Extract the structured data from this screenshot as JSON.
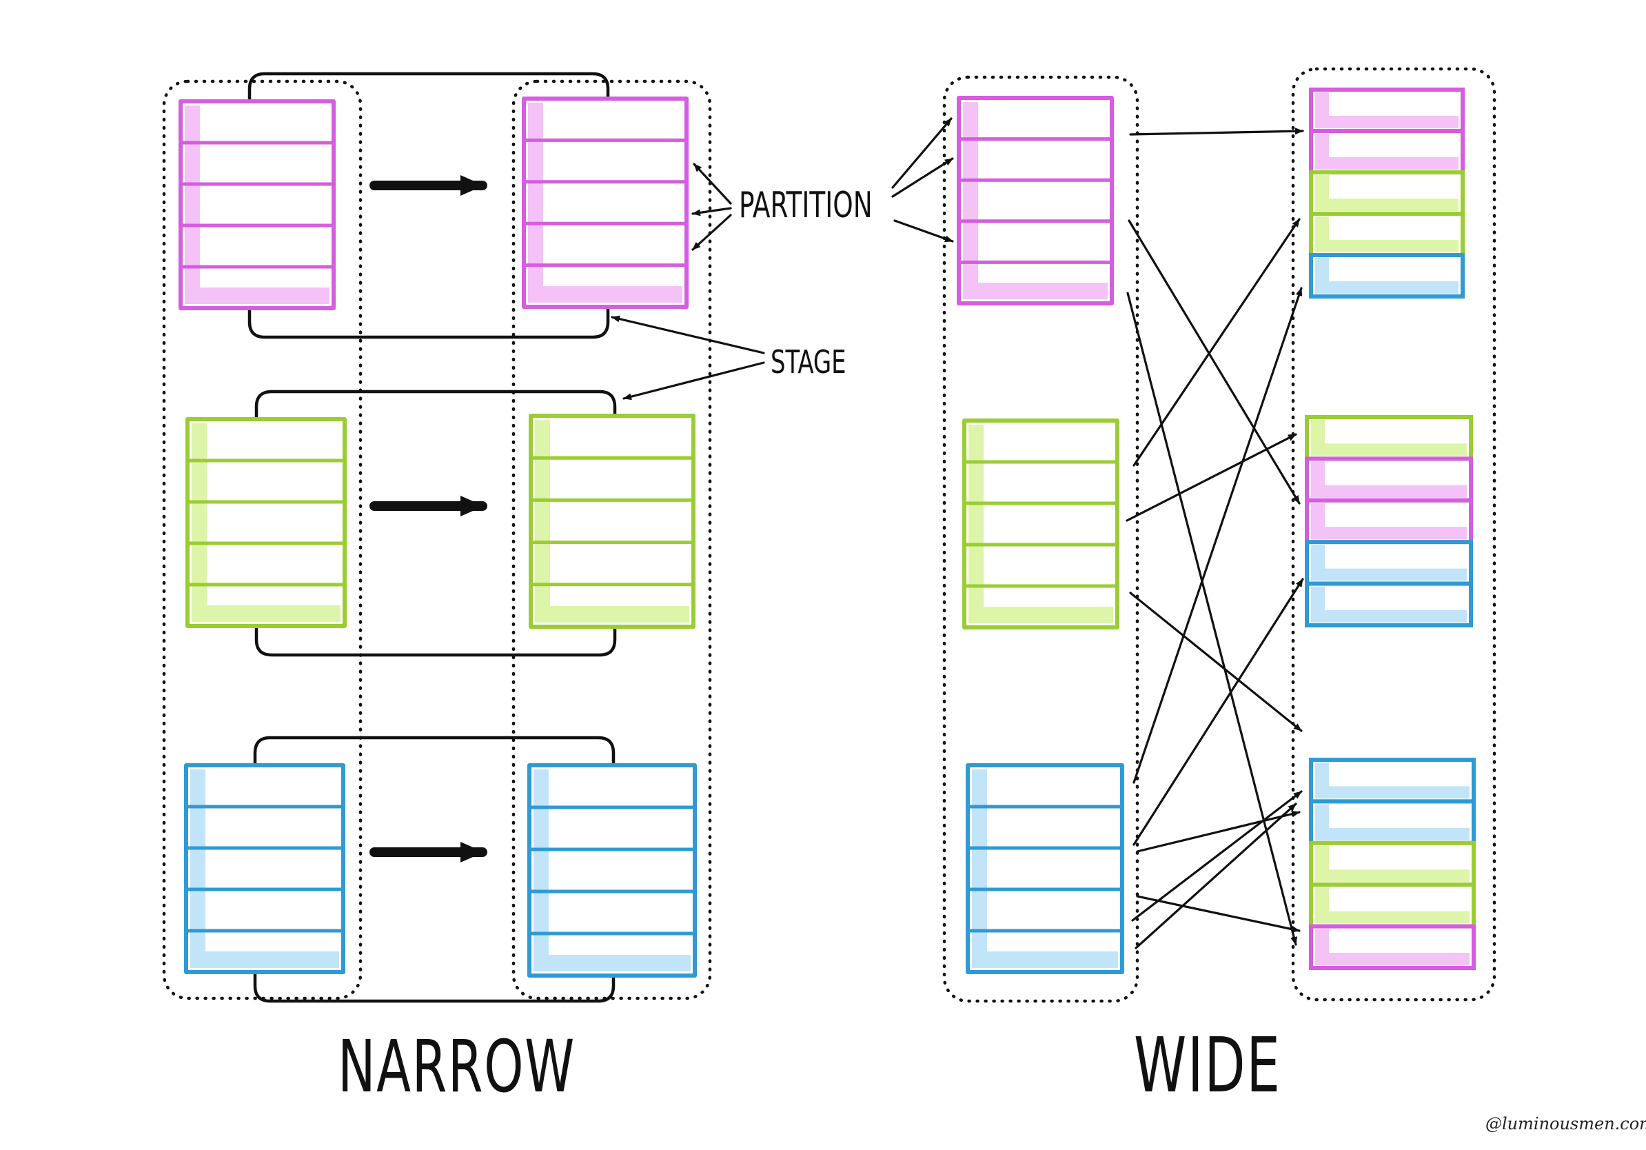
{
  "colors": {
    "magenta": "#d65ce0",
    "magenta_fill": "#f4c2f6",
    "green": "#9acd32",
    "green_fill": "#ddf5a8",
    "blue": "#2f9ad3",
    "blue_fill": "#c2e4f8",
    "ink": "#111111"
  },
  "narrow": {
    "title": "NARROW",
    "pairs": [
      {
        "color": "magenta",
        "partitions": 5
      },
      {
        "color": "green",
        "partitions": 5
      },
      {
        "color": "blue",
        "partitions": 5
      }
    ]
  },
  "wide": {
    "title": "WIDE",
    "source_blocks": [
      "magenta",
      "green",
      "blue"
    ],
    "target_blocks": [
      [
        "magenta",
        "magenta",
        "green",
        "green",
        "blue"
      ],
      [
        "green",
        "magenta",
        "magenta",
        "blue",
        "blue"
      ],
      [
        "blue",
        "blue",
        "green",
        "green",
        "magenta"
      ]
    ],
    "edges": 12
  },
  "annotations": {
    "partition": "PARTITION",
    "stage": "STAGE"
  },
  "credit": "@luminousmen.com"
}
